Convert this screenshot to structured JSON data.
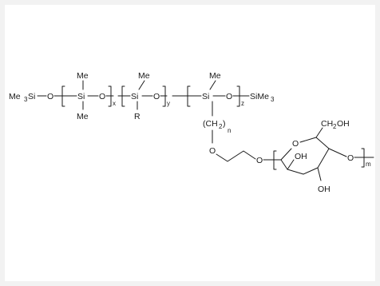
{
  "atoms": {
    "me3si": "Me",
    "me3si_sub": "3",
    "me3si_rest": "Si",
    "o1": "O",
    "si1": "Si",
    "si1_top": "Me",
    "si1_bot": "Me",
    "o2": "O",
    "x": "x",
    "si2": "Si",
    "si2_top": "Me",
    "si2_bot": "R",
    "o3": "O",
    "y": "y",
    "si3": "Si",
    "si3_top": "Me",
    "o4": "O",
    "z": "z",
    "sime3": "SiMe",
    "sime3_sub": "3",
    "ch2_open": "(CH",
    "ch2_sub": "2",
    "ch2_close": ")",
    "n": "n",
    "o_ether": "O",
    "o_link": "O",
    "ring_o": "O",
    "ch2oh": "CH",
    "ch2oh_sub": "2",
    "ch2oh_rest": "OH",
    "oh1": "OH",
    "oh2": "OH",
    "o_right": "O",
    "m": "m"
  }
}
